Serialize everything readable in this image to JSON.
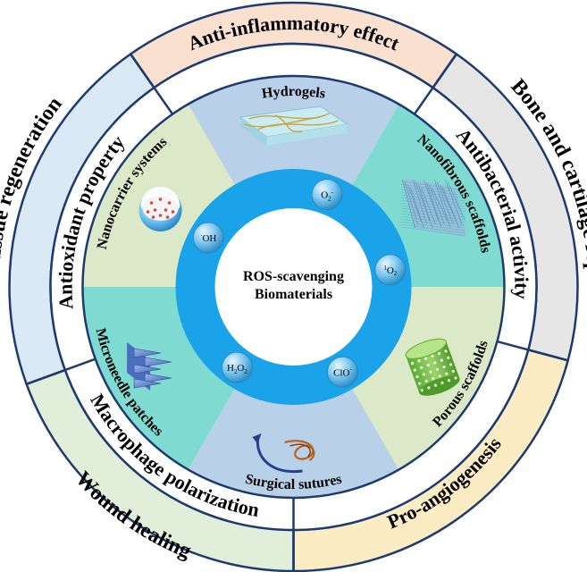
{
  "center": {
    "line1": "ROS-scavenging",
    "line2": "Biomaterials"
  },
  "ros_species": [
    {
      "base": "O",
      "sub": "2",
      "sup": "-",
      "sup_first": false
    },
    {
      "base": "O",
      "sub": "2",
      "sup": "1",
      "sup_first": true
    },
    {
      "base": "ClO",
      "sub": "",
      "sup": "-",
      "sup_first": false
    },
    {
      "base": "H",
      "sub": "2",
      "base2": "O",
      "sub2": "2",
      "sup": "",
      "sup_first": false
    },
    {
      "base": "OH",
      "sub": "",
      "sup": "·",
      "sup_first": true
    }
  ],
  "inner_ring": [
    {
      "label": "Hydrogels",
      "color": "#b8d0e8"
    },
    {
      "label": "Nanofibrous scaffolds",
      "color": "#7fdad2"
    },
    {
      "label": "Porous scaffolds",
      "color": "#dce9c8"
    },
    {
      "label": "Surgical sutures",
      "color": "#b8d0e8"
    },
    {
      "label": "Microneedle patches",
      "color": "#7fdad2"
    },
    {
      "label": "Nanocarrier systems",
      "color": "#dce9c8"
    }
  ],
  "middle_ring": [
    {
      "label": "Anti-inflammatory effect"
    },
    {
      "label": "Antibacterial activity"
    },
    {
      "label": "Pro-angiogenesis"
    },
    {
      "label": "Macrophage polarization"
    },
    {
      "label": "Antioxidant property"
    }
  ],
  "outer_ring": [
    {
      "label": "Anti-inflammatory effect",
      "color": "#fae0cf"
    },
    {
      "label": "Bone and cartilage repair",
      "color": "#e6e6e6"
    },
    {
      "label": "Pro-angiogenesis",
      "color": "#fbecc4"
    },
    {
      "label": "Wound healing",
      "color": "#e1eed9"
    },
    {
      "label": "Soft tissue regeneration",
      "color": "#dbe8f5"
    }
  ],
  "colors": {
    "ring_stroke": "#1e3a6e",
    "inner_core": "#1aa3e8",
    "bubble": "#5fb8e8"
  }
}
